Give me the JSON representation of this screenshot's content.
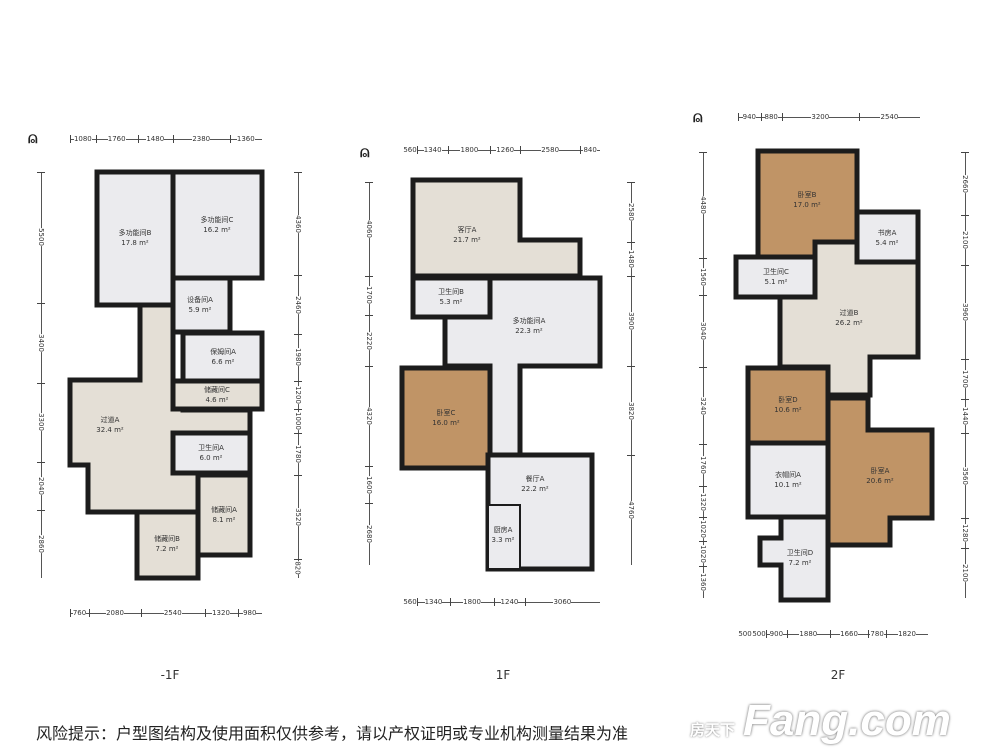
{
  "colors": {
    "wall": "#1c1c1c",
    "tile": "#ebebee",
    "beige": "#e4dfd6",
    "wood": "#c09466"
  },
  "floors": [
    {
      "label": "-1F",
      "rooms": [
        {
          "name": "多功能间B",
          "area": "17.8 m²",
          "floor": "tile"
        },
        {
          "name": "多功能间C",
          "area": "16.2 m²",
          "floor": "tile"
        },
        {
          "name": "设备间A",
          "area": "5.9 m²",
          "floor": "tile"
        },
        {
          "name": "保姆间A",
          "area": "6.6 m²",
          "floor": "tile"
        },
        {
          "name": "储藏间C",
          "area": "4.6 m²",
          "floor": "beige"
        },
        {
          "name": "过道A",
          "area": "32.4 m²",
          "floor": "beige"
        },
        {
          "name": "卫生间A",
          "area": "6.0 m²",
          "floor": "tile"
        },
        {
          "name": "储藏间A",
          "area": "8.1 m²",
          "floor": "beige"
        },
        {
          "name": "储藏间B",
          "area": "7.2 m²",
          "floor": "beige"
        }
      ],
      "dims": {
        "top": [
          "1080",
          "1760",
          "1480",
          "2380",
          "1360"
        ],
        "bottom": [
          "760",
          "2080",
          "2540",
          "1320",
          "980"
        ],
        "left": [
          "5500",
          "3400",
          "3300",
          "2040",
          "2860"
        ],
        "right": [
          "4360",
          "2460",
          "1980",
          "1200",
          "1000",
          "1780",
          "3520",
          "820"
        ]
      }
    },
    {
      "label": "1F",
      "rooms": [
        {
          "name": "客厅A",
          "area": "21.7 m²",
          "floor": "beige"
        },
        {
          "name": "卫生间B",
          "area": "5.3 m²",
          "floor": "tile"
        },
        {
          "name": "多功能间A",
          "area": "22.3 m²",
          "floor": "tile"
        },
        {
          "name": "卧室C",
          "area": "16.0 m²",
          "floor": "wood"
        },
        {
          "name": "餐厅A",
          "area": "22.2 m²",
          "floor": "tile"
        },
        {
          "name": "厨房A",
          "area": "3.3 m²",
          "floor": "tile"
        }
      ],
      "dims": {
        "top": [
          "560",
          "1340",
          "1800",
          "1260",
          "2580",
          "840"
        ],
        "bottom": [
          "560",
          "1340",
          "1800",
          "1240",
          "3060"
        ],
        "left": [
          "4060",
          "1700",
          "2220",
          "4320",
          "1600",
          "2680"
        ],
        "right": [
          "2580",
          "1480",
          "3900",
          "3820",
          "4760"
        ]
      }
    },
    {
      "label": "2F",
      "rooms": [
        {
          "name": "卧室B",
          "area": "17.0 m²",
          "floor": "wood"
        },
        {
          "name": "书房A",
          "area": "5.4 m²",
          "floor": "tile"
        },
        {
          "name": "卫生间C",
          "area": "5.1 m²",
          "floor": "tile"
        },
        {
          "name": "过道B",
          "area": "26.2 m²",
          "floor": "beige"
        },
        {
          "name": "卧室D",
          "area": "10.6 m²",
          "floor": "wood"
        },
        {
          "name": "衣帽间A",
          "area": "10.1 m²",
          "floor": "tile"
        },
        {
          "name": "卧室A",
          "area": "20.6 m²",
          "floor": "wood"
        },
        {
          "name": "卫生间D",
          "area": "7.2 m²",
          "floor": "tile"
        }
      ],
      "dims": {
        "top": [
          "940",
          "880",
          "3200",
          "2540"
        ],
        "bottom": [
          "500",
          "500",
          "900",
          "1880",
          "1660",
          "780",
          "1820"
        ],
        "left": [
          "4480",
          "1560",
          "3040",
          "3240",
          "1760",
          "1320",
          "1020",
          "1020",
          "1360"
        ],
        "right": [
          "2660",
          "2100",
          "3960",
          "1700",
          "1440",
          "3560",
          "1280",
          "2100"
        ]
      }
    }
  ],
  "compass_icon": "north-arrow-icon",
  "disclaimer": "风险提示：户型图结构及使用面积仅供参考，请以产权证明或专业机构测量结果为准",
  "logo": {
    "cn": "房天下",
    "en": "Fang.com"
  }
}
